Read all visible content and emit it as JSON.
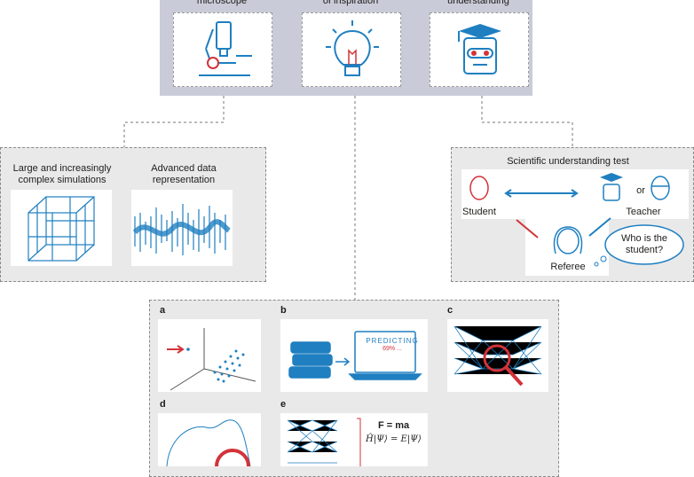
{
  "top_panel": {
    "labels": [
      "microscope",
      "of inspiration",
      "understanding"
    ]
  },
  "left_panel": {
    "left_label": "Large and increasingly complex simulations",
    "right_label": "Advanced data representation"
  },
  "right_panel": {
    "title": "Scientific understanding test",
    "student": "Student",
    "teacher": "Teacher",
    "or": "or",
    "referee": "Referee",
    "bubble": "Who is the student?"
  },
  "bottom_panel": {
    "letters": [
      "a",
      "b",
      "c",
      "d",
      "e"
    ],
    "screen_title": "PREDICTING",
    "screen_value": "69% ...",
    "eq1": "F = ma",
    "eq2": "Ĥ|Ψ⟩ = E|Ψ⟩"
  },
  "colors": {
    "accent_blue": "#1f7fc0",
    "accent_red": "#d2333a",
    "panel_grey": "#c9cbd8"
  }
}
